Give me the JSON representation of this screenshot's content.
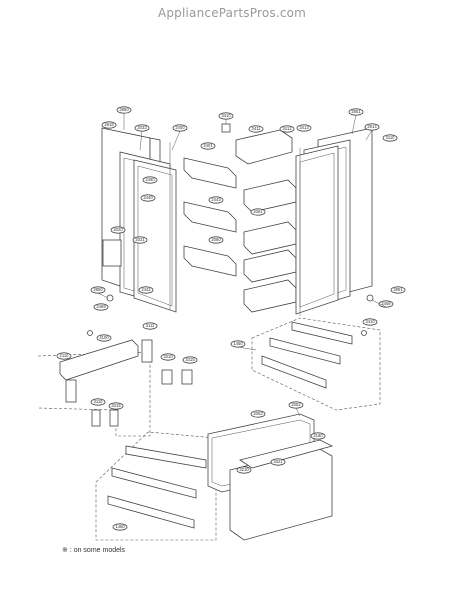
{
  "watermark": "AppliancePartsPros.com",
  "footnote": "※ : on some models",
  "parts": [
    {
      "id": "p1",
      "label": "2850"
    },
    {
      "id": "p2",
      "label": "2918"
    },
    {
      "id": "p3",
      "label": "2033"
    },
    {
      "id": "p4",
      "label": "2400"
    },
    {
      "id": "p5",
      "label": "3410"
    },
    {
      "id": "p6",
      "label": "3411"
    },
    {
      "id": "p7",
      "label": "3412"
    },
    {
      "id": "p8",
      "label": "3413"
    },
    {
      "id": "p9",
      "label": "2851"
    },
    {
      "id": "p10",
      "label": "2914"
    },
    {
      "id": "p11",
      "label": "3110"
    },
    {
      "id": "p12",
      "label": "2401"
    },
    {
      "id": "p13",
      "label": "2460"
    },
    {
      "id": "p14",
      "label": "2440"
    },
    {
      "id": "p15",
      "label": "2020"
    },
    {
      "id": "p16",
      "label": "2021"
    },
    {
      "id": "p17",
      "label": "2442"
    },
    {
      "id": "p18",
      "label": "2443"
    },
    {
      "id": "p19",
      "label": "2060"
    },
    {
      "id": "p20",
      "label": "2061"
    },
    {
      "id": "p21",
      "label": "2850"
    },
    {
      "id": "p22",
      "label": "2459"
    },
    {
      "id": "p23",
      "label": "4100"
    },
    {
      "id": "p24",
      "label": "2110"
    },
    {
      "id": "p25",
      "label": "3111"
    },
    {
      "id": "p26",
      "label": "3310"
    },
    {
      "id": "p27",
      "label": "3315"
    },
    {
      "id": "p28",
      "label": "1450"
    },
    {
      "id": "p29",
      "label": "2851"
    },
    {
      "id": "p30",
      "label": "2459"
    },
    {
      "id": "p31",
      "label": "3410"
    },
    {
      "id": "p32",
      "label": "3110"
    },
    {
      "id": "p33",
      "label": "3315"
    },
    {
      "id": "p34",
      "label": "2053"
    },
    {
      "id": "p35",
      "label": "2052"
    },
    {
      "id": "p36",
      "label": "2180"
    },
    {
      "id": "p37",
      "label": "3321"
    },
    {
      "id": "p38",
      "label": "1450"
    },
    {
      "id": "p39",
      "label": "3210"
    }
  ]
}
